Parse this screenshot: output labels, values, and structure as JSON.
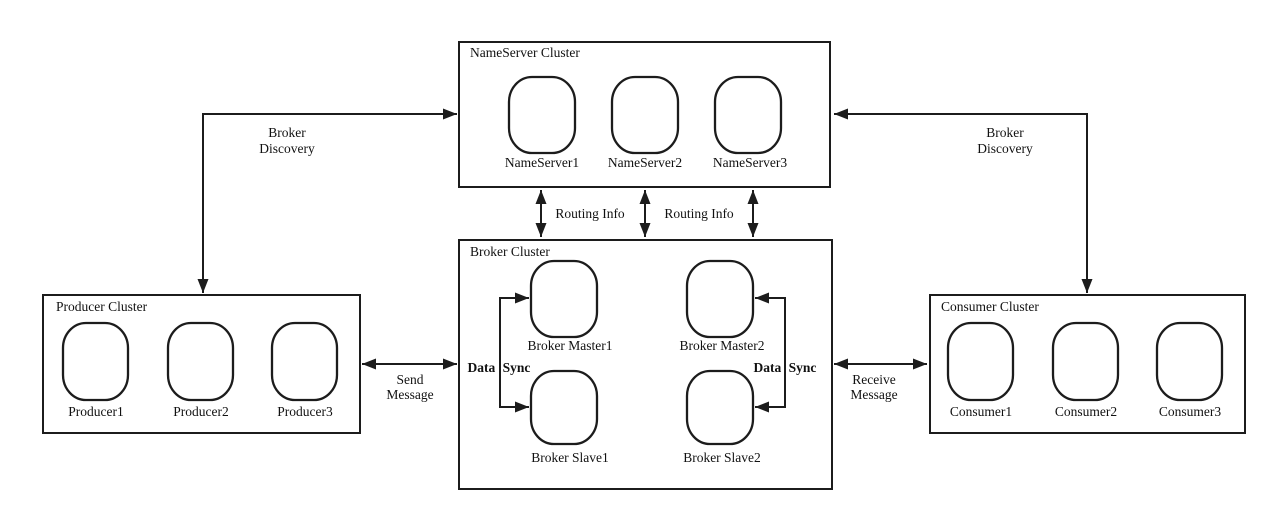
{
  "diagram": {
    "name": "RocketMQ architecture diagram",
    "colors": {
      "line": "#1c1c1c",
      "text": "#111111",
      "node_fill": "#ffffff",
      "background": "#ffffff"
    },
    "clusters": {
      "nameserver": {
        "label": "NameServer Cluster",
        "nodes": [
          {
            "label": "NameServer1"
          },
          {
            "label": "NameServer2"
          },
          {
            "label": "NameServer3"
          }
        ]
      },
      "broker": {
        "label": "Broker Cluster",
        "nodes": [
          {
            "label": "Broker Master1"
          },
          {
            "label": "Broker Master2"
          },
          {
            "label": "Broker Slave1"
          },
          {
            "label": "Broker Slave2"
          }
        ]
      },
      "producer": {
        "label": "Producer Cluster",
        "nodes": [
          {
            "label": "Producer1"
          },
          {
            "label": "Producer2"
          },
          {
            "label": "Producer3"
          }
        ]
      },
      "consumer": {
        "label": "Consumer Cluster",
        "nodes": [
          {
            "label": "Consumer1"
          },
          {
            "label": "Consumer2"
          },
          {
            "label": "Consumer3"
          }
        ]
      }
    },
    "edges": {
      "broker_discovery_left": {
        "label_line1": "Broker",
        "label_line2": "Discovery"
      },
      "broker_discovery_right": {
        "label_line1": "Broker",
        "label_line2": "Discovery"
      },
      "routing_info_left": {
        "label": "Routing Info"
      },
      "routing_info_right": {
        "label": "Routing Info"
      },
      "send_message": {
        "label_line1": "Send",
        "label_line2": "Message"
      },
      "receive_message": {
        "label_line1": "Receive",
        "label_line2": "Message"
      },
      "data_sync_left": {
        "label": "Data Sync"
      },
      "data_sync_right": {
        "label": "Data Sync"
      }
    }
  }
}
